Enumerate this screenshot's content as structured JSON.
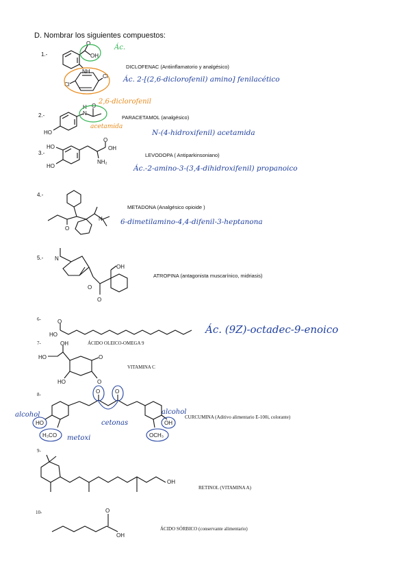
{
  "heading": "D. Nombrar los siguientes compuestos:",
  "compounds": [
    {
      "num": "1.-",
      "name": "DICLOFENAC (Antiinflamatorio y analgésico)",
      "answer": "Ác. 2-[(2,6-diclorofenil) amino] fenilacético",
      "note_ac": "Ác.",
      "note_dicloro": "2,6-diclorofenil",
      "atoms": {
        "o": "O",
        "oh": "OH",
        "nh": "NH",
        "cl1": "Cl",
        "cl2": "Cl"
      }
    },
    {
      "num": "2.-",
      "name": "PARACETAMOL  (analgésico)",
      "answer": "N-(4-hidroxifenil) acetamida",
      "note": "acetamida",
      "atoms": {
        "h": "H",
        "n": "N",
        "ho": "HO",
        "o": "O"
      }
    },
    {
      "num": "3.-",
      "name": "LEVODOPA  ( Antiparkinsoniano)",
      "answer": "Ác.-2-amino-3-(3,4-dihidroxifenil) propanoico",
      "atoms": {
        "ho1": "HO",
        "ho2": "HO",
        "o": "O",
        "oh": "OH",
        "nh2": "NH₂"
      }
    },
    {
      "num": "4.-",
      "name": "METADONA (Analgésico opioide )",
      "answer": "6-dimetilamino-4,4-difenil-3-heptanona",
      "atoms": {
        "o": "O",
        "n": "N"
      }
    },
    {
      "num": "5.-",
      "name": "ATROPINA (antagonista muscarínico, midriasis)",
      "atoms": {
        "n": "N",
        "oh": "OH",
        "o1": "O",
        "o2": "O"
      }
    },
    {
      "num": "6-",
      "name": "ÁCIDO OLEICO-OMEGA 9",
      "answer": "Ác. (9Z)-octadec-9-enoico",
      "atoms": {
        "o": "O",
        "ho": "HO"
      }
    },
    {
      "num": "7-",
      "name": "VITAMINA C",
      "atoms": {
        "ho1": "HO",
        "oh": "OH",
        "o1": "O",
        "ho2": "HO",
        "o2": "O"
      }
    },
    {
      "num": "8-",
      "name": "CURCUMINA (Aditivo alimentario E-100i, colorante)",
      "notes": {
        "alcohol_left": "alcohol",
        "alcohol_right": "alcohol",
        "cetonas": "cetonas",
        "metoxi": "metoxi"
      },
      "atoms": {
        "ho": "HO",
        "oh": "OH",
        "h3co": "H₃CO",
        "och3": "OCH₃",
        "o1": "O",
        "o2": "O"
      }
    },
    {
      "num": "9-",
      "name": "RETINOL (VITAMINA A)",
      "atoms": {
        "oh": "OH"
      }
    },
    {
      "num": "10-",
      "name": "ÁCIDO SÓRBICO    (conservante alimentario)",
      "atoms": {
        "o": "O",
        "oh": "OH"
      }
    }
  ]
}
